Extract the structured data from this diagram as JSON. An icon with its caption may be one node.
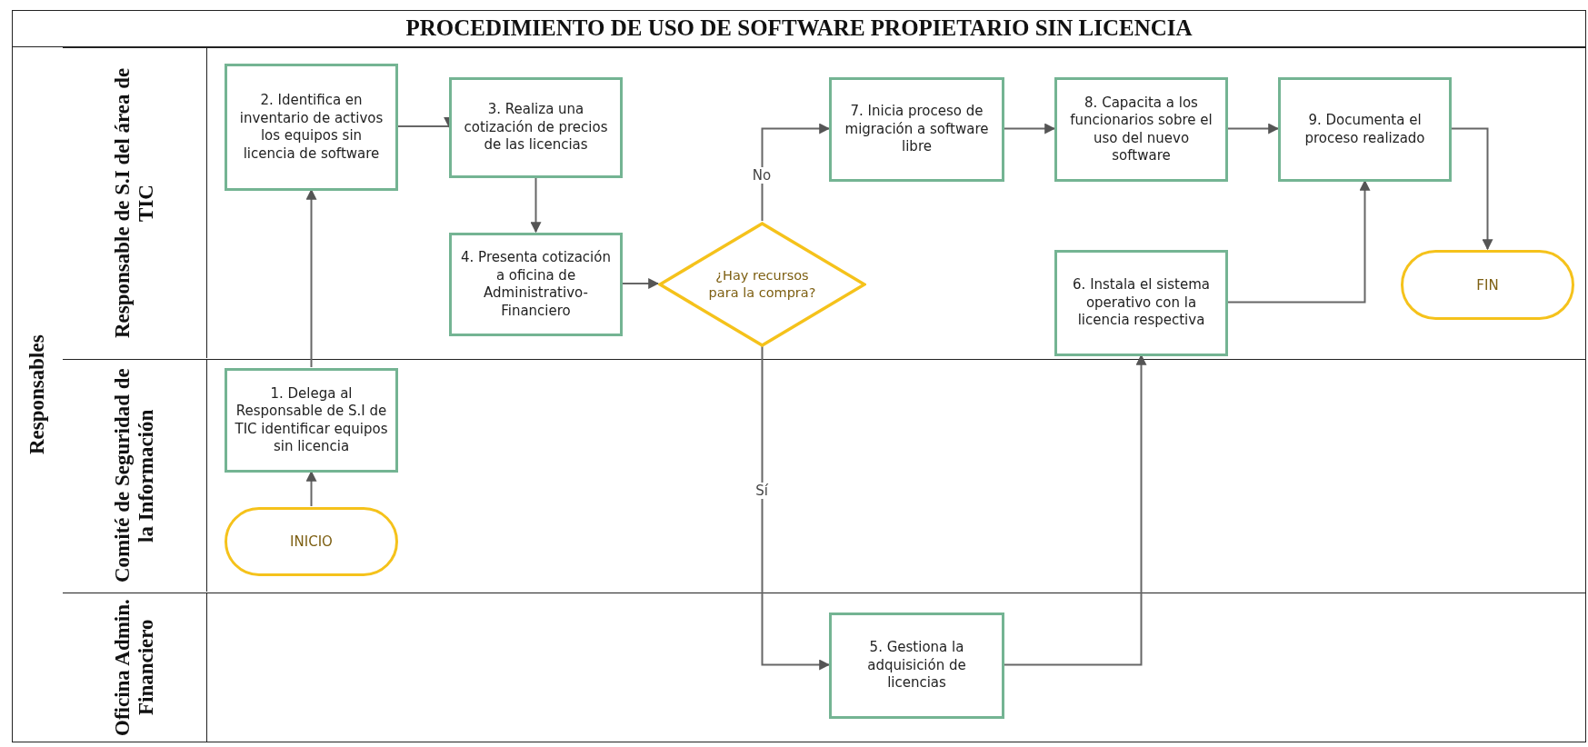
{
  "diagram": {
    "title": "PROCEDIMIENTO DE USO DE SOFTWARE PROPIETARIO SIN LICENCIA",
    "nodes": [
      {
        "text": [
          "Responsables"
        ]
      },
      {
        "text": [
          "Responsable de S.I del área de TIC"
        ]
      },
      {
        "text": [
          "2. Identifica en inventario de activos los equipos sin licencia de software"
        ],
        "in": 1
      },
      {
        "text": [
          "3. Realiza una cotización de precios de las licencias"
        ],
        "in": 1
      },
      {
        "text": [
          "4. Presenta cotización a oficina de Administrativo-Financiero"
        ],
        "in": 1
      },
      {
        "text": [
          "¿Hay recursos para la compra?"
        ],
        "in": 1
      },
      {
        "text": [
          "7. Inicia proceso de migración a software libre"
        ],
        "in": 1
      },
      {
        "text": [
          "8. Capacita a los funcionarios sobre el uso del nuevo software"
        ],
        "in": 1
      },
      {
        "text": [
          "9. Documenta el proceso realizado"
        ],
        "in": 1
      },
      {
        "text": [
          "6. Instala el sistema operativo con la licencia respectiva"
        ],
        "in": 1
      },
      {
        "text": [
          "FIN"
        ],
        "in": 1
      },
      {
        "text": [
          "Comité de Seguridad de la Información"
        ]
      },
      {
        "text": [
          "1. Delega al Responsable de S.I de TIC identificar equipos sin licencia"
        ],
        "in": 11
      },
      {
        "text": [
          "INICIO"
        ],
        "in": 11
      },
      {
        "text": [
          "Oficina Admin. Financiero"
        ]
      },
      {
        "text": [
          "5. Gestiona la adquisición de licencias"
        ],
        "in": 14
      }
    ],
    "edges": [
      {
        "from": 13,
        "to": 12,
        "arrow": "to"
      },
      {
        "from": 12,
        "to": 2,
        "arrow": "to"
      },
      {
        "from": 2,
        "to": 3,
        "arrow": "to"
      },
      {
        "from": 3,
        "to": 4,
        "arrow": "to"
      },
      {
        "from": 4,
        "to": 5,
        "arrow": "to"
      },
      {
        "from": 5,
        "to": 6,
        "arrow": "to",
        "label": "No"
      },
      {
        "from": 5,
        "to": 15,
        "arrow": "to",
        "label": "Sí"
      },
      {
        "from": 15,
        "to": 9,
        "arrow": "to"
      },
      {
        "from": 9,
        "to": 8,
        "arrow": "to"
      },
      {
        "from": 6,
        "to": 7,
        "arrow": "to"
      },
      {
        "from": 7,
        "to": 8,
        "arrow": "to"
      },
      {
        "from": 8,
        "to": 10,
        "arrow": "to"
      }
    ]
  }
}
